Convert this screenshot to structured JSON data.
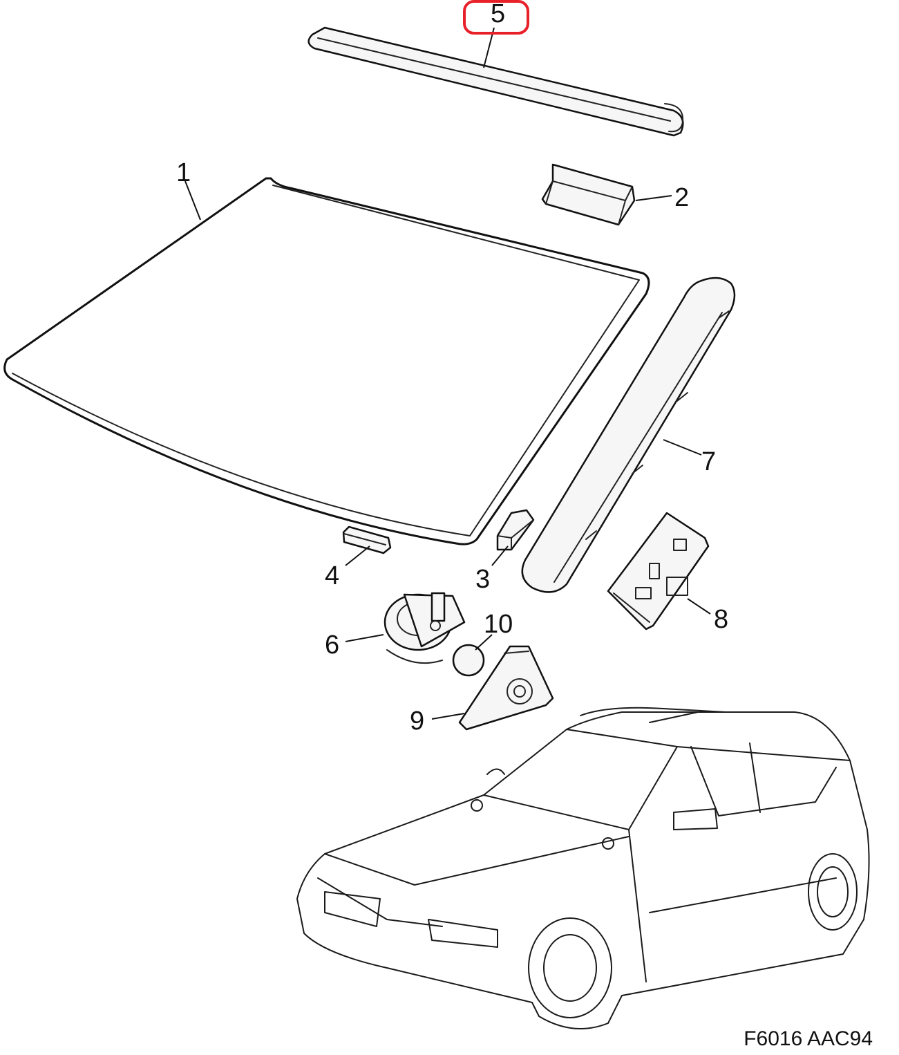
{
  "callouts": {
    "p1": "1",
    "p2": "2",
    "p3": "3",
    "p4": "4",
    "p5": "5",
    "p6": "6",
    "p7": "7",
    "p8": "8",
    "p9": "9",
    "p10": "10"
  },
  "reference_code": "F6016 AAC94",
  "colors": {
    "line": "#111111",
    "highlight": "#e8202a",
    "background": "#ffffff"
  }
}
